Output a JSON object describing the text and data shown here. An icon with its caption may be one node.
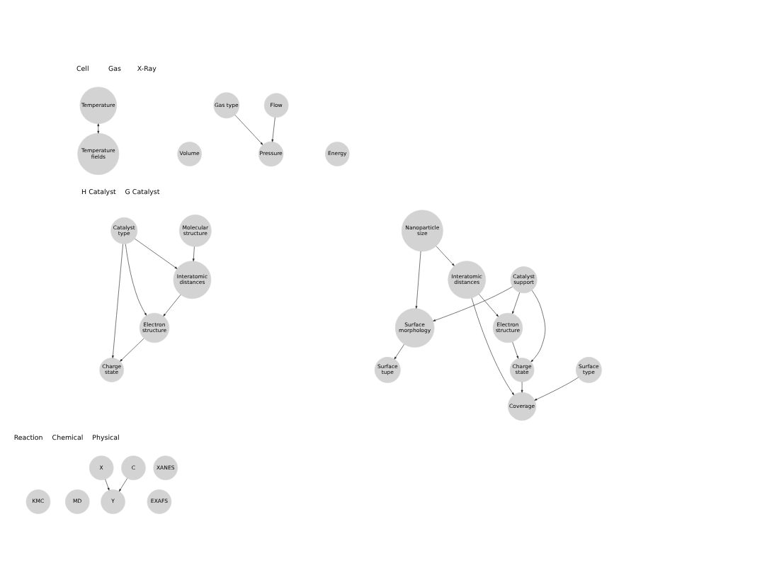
{
  "diagram": {
    "nodes": [
      {
        "text": [
          "Temperature"
        ]
      },
      {
        "text": [
          "Temperature fields"
        ]
      },
      {
        "text": [
          "Volume"
        ]
      },
      {
        "text": [
          "Flow"
        ]
      },
      {
        "text": [
          "Gas type"
        ]
      },
      {
        "text": [
          "Pressure"
        ]
      },
      {
        "text": [
          "Energy"
        ]
      },
      {
        "text": [
          "Interatomic distances"
        ]
      },
      {
        "text": [
          "Electron structure"
        ]
      },
      {
        "text": [
          "Charge state"
        ]
      },
      {
        "text": [
          "Molecular structure"
        ]
      },
      {
        "text": [
          "Catalyst type"
        ]
      },
      {
        "text": [
          "Catalyst support"
        ]
      },
      {
        "text": [
          "Surface type"
        ]
      },
      {
        "text": [
          "Electron structure"
        ]
      },
      {
        "text": [
          "Surface morphology"
        ]
      },
      {
        "text": [
          "Coverage"
        ]
      },
      {
        "text": [
          "Nanoparticle size"
        ]
      },
      {
        "text": [
          "Interatomic distances"
        ]
      },
      {
        "text": [
          "Charge state"
        ]
      },
      {
        "text": [
          "Surface tupe"
        ]
      },
      {
        "text": [
          "MD"
        ]
      },
      {
        "text": [
          "KMC"
        ]
      },
      {
        "text": [
          "X"
        ]
      },
      {
        "text": [
          "C"
        ]
      },
      {
        "text": [
          "Y"
        ]
      },
      {
        "text": [
          "EXAFS"
        ]
      },
      {
        "text": [
          "XANES"
        ]
      }
    ],
    "edges": [
      {
        "from": 0,
        "to": 1,
        "arrow": "both"
      },
      {
        "from": 3,
        "to": 5,
        "arrow": "to"
      },
      {
        "from": 4,
        "to": 5,
        "arrow": "to"
      },
      {
        "from": 7,
        "to": 8,
        "arrow": "to"
      },
      {
        "from": 8,
        "to": 9,
        "arrow": "to"
      },
      {
        "from": 10,
        "to": 7,
        "arrow": "to"
      },
      {
        "from": 11,
        "to": 7,
        "arrow": "to"
      },
      {
        "from": 11,
        "to": 9,
        "arrow": "to"
      },
      {
        "from": 11,
        "to": 8,
        "arrow": "to"
      },
      {
        "from": 12,
        "to": 14,
        "arrow": "to"
      },
      {
        "from": 12,
        "to": 15,
        "arrow": "to"
      },
      {
        "from": 12,
        "to": 19,
        "arrow": "to"
      },
      {
        "from": 13,
        "to": 16,
        "arrow": "to"
      },
      {
        "from": 14,
        "to": 19,
        "arrow": "to"
      },
      {
        "from": 19,
        "to": 16,
        "arrow": "to"
      },
      {
        "from": 18,
        "to": 16,
        "arrow": "to"
      },
      {
        "from": 18,
        "to": 14,
        "arrow": "to"
      },
      {
        "from": 17,
        "to": 18,
        "arrow": "to"
      },
      {
        "from": 17,
        "to": 15,
        "arrow": "to"
      },
      {
        "from": 15,
        "to": 20,
        "arrow": "to"
      },
      {
        "from": 23,
        "to": 25,
        "arrow": "to"
      },
      {
        "from": 24,
        "to": 25,
        "arrow": "to"
      }
    ],
    "labels": [
      "Cell",
      "Gas",
      "X-Ray",
      "H Catalyst",
      "G Catalyst",
      "Reaction",
      "Chemical",
      "Physical"
    ]
  }
}
